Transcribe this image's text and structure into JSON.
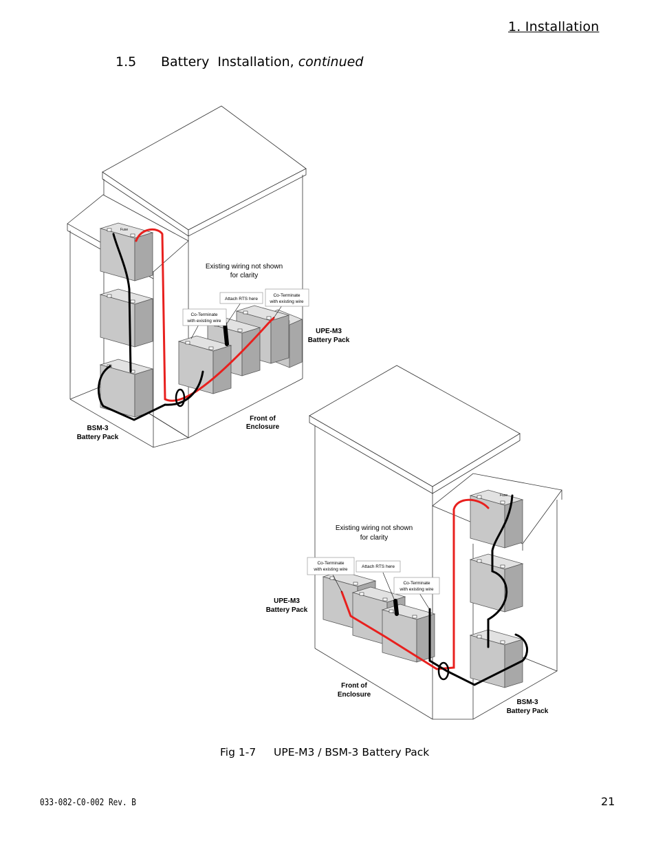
{
  "header": {
    "section": "1.   Installation"
  },
  "subsection": {
    "number": "1.5",
    "title": "Battery  Installation, ",
    "title_suffix": "continued"
  },
  "figure": {
    "top_diagram": {
      "existing_wiring_line1": "Existing wiring not shown",
      "existing_wiring_line2": "for clarity",
      "attach_rts": "Attach RTS here",
      "coterminate_a1": "Co-Terminate",
      "coterminate_a2": "with existing wire",
      "coterminate_b1": "Co-Terminate",
      "coterminate_b2": "with existing wire",
      "upe_line1": "UPE-M3",
      "upe_line2": "Battery Pack",
      "bsm_line1": "BSM-3",
      "bsm_line2": "Battery Pack",
      "front_line1": "Front of",
      "front_line2": "Enclosure",
      "fuse": "Fuse"
    },
    "bottom_diagram": {
      "existing_wiring_line1": "Existing wiring not shown",
      "existing_wiring_line2": "for clarity",
      "attach_rts": "Attach RTS here",
      "coterminate_a1": "Co-Terminate",
      "coterminate_a2": "with existing wire",
      "coterminate_b1": "Co-Terminate",
      "coterminate_b2": "with existing wire",
      "upe_line1": "UPE-M3",
      "upe_line2": "Battery Pack",
      "bsm_line1": "BSM-3",
      "bsm_line2": "Battery Pack",
      "front_line1": "Front of",
      "front_line2": "Enclosure",
      "fuse": "Fuse"
    },
    "caption_label": "Fig 1-7",
    "caption_text": "UPE-M3 / BSM-3 Battery Pack",
    "colors": {
      "positive_wire": "#e8201e",
      "negative_wire": "#000000",
      "battery_fill": "#c8c8c8"
    }
  },
  "footer": {
    "doc_number": "033-082-C0-002  Rev. B",
    "page_number": "21"
  }
}
